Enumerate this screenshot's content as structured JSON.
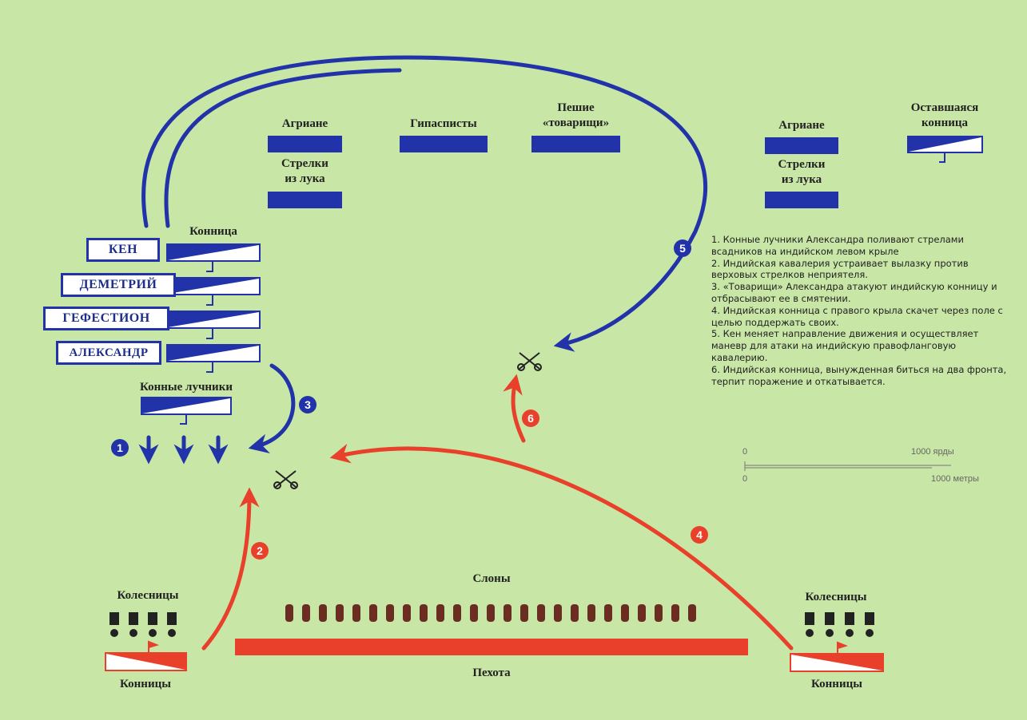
{
  "colors": {
    "background": "#c8e6a6",
    "macedonian": "#2233aa",
    "indian": "#e8402a",
    "elephant": "#6b2d22"
  },
  "macedonian_units": {
    "agriane_1": "Агриане",
    "hypaspists": "Гипасписты",
    "foot_companions_l1": "Пешие",
    "foot_companions_l2": "«товарищи»",
    "archers_1_l1": "Стрелки",
    "archers_1_l2": "из лука",
    "agriane_2": "Агриане",
    "archers_2_l1": "Стрелки",
    "archers_2_l2": "из лука",
    "remaining_cavalry_l1": "Оставшаяся",
    "remaining_cavalry_l2": "конница",
    "cavalry_header": "Конница",
    "horse_archers": "Конные лучники"
  },
  "commanders": {
    "ken": "КЕН",
    "demetrius": "ДЕМЕТРИЙ",
    "hephaestion": "ГЕФЕСТИОН",
    "alexander": "АЛЕКСАНДР"
  },
  "indian_units": {
    "elephants": "Слоны",
    "infantry": "Пехота",
    "chariots_left": "Колесницы",
    "chariots_right": "Колесницы",
    "cavalry_left": "Конницы",
    "cavalry_right": "Конницы"
  },
  "markers": [
    "1",
    "2",
    "3",
    "4",
    "5",
    "6"
  ],
  "legend": [
    "1. Конные лучники Александра поливают стрелами всадников на индийском левом крыле",
    "2. Индийская кавалерия устраивает вылазку против верховых стрелков неприятеля.",
    "3. «Товарищи» Александра атакуют индийскую конницу и отбрасывают ее в смятении.",
    "4. Индийская конница с правого крыла скачет через поле с целью поддержать своих.",
    "5. Кен меняет направление движения и осуществляет маневр для атаки на индийскую правофланговую кавалерию.",
    "6. Индийская конница, вынужденная биться на два фронта, терпит поражение и откатывается."
  ],
  "scale": {
    "zero_top": "0",
    "yards": "1000 ярды",
    "zero_bottom": "0",
    "meters": "1000 метры"
  },
  "icons": [
    "crossed-swords-icon",
    "chariot-icon",
    "elephant-icon",
    "flag-icon",
    "arrow-icon"
  ]
}
